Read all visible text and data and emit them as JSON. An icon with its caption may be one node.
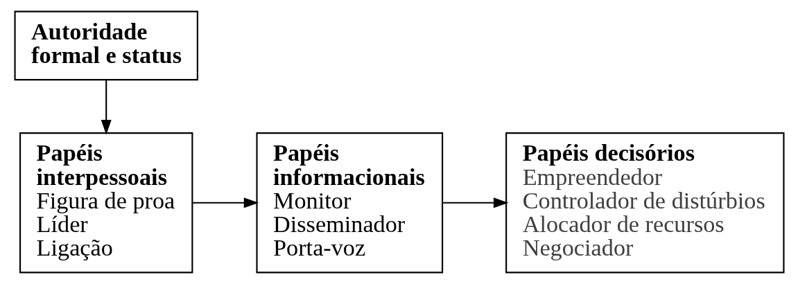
{
  "diagram": {
    "nodes": [
      {
        "text": [
          "Autoridade formal e status"
        ]
      },
      {
        "text": [
          "Papéis interpessoais",
          "Figura de proa",
          "Líder",
          "Ligação"
        ]
      },
      {
        "text": [
          "Papéis informacionais",
          "Monitor",
          "Disseminador",
          "Porta-voz"
        ]
      },
      {
        "text": [
          "Papéis decisórios",
          "Empreendedor",
          "Controlador de distúrbios",
          "Alocador de recursos",
          "Negociador"
        ]
      }
    ],
    "edges": [
      {
        "from": 0,
        "to": 1,
        "arrow": "to"
      },
      {
        "from": 1,
        "to": 2,
        "arrow": "to"
      },
      {
        "from": 2,
        "to": 3,
        "arrow": "to"
      }
    ]
  }
}
